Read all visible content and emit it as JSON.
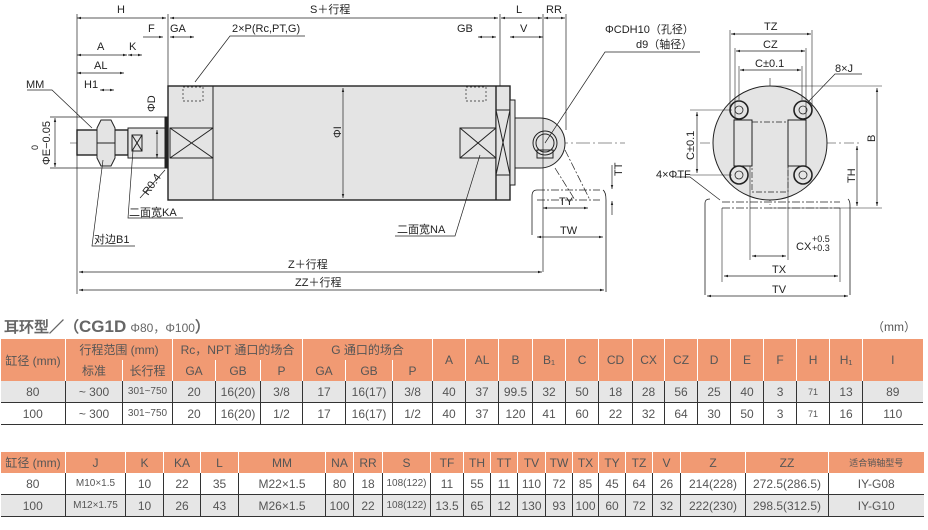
{
  "drawing": {
    "side_labels": {
      "H": "H",
      "S": "S＋行程",
      "L": "L",
      "RR": "RR",
      "F": "F",
      "GA": "GA",
      "P": "2×P(Rc,PT,G)",
      "GB": "GB",
      "V": "V",
      "A": "A",
      "K": "K",
      "AL": "AL",
      "H1": "H1",
      "MM": "MM",
      "D": "ΦD",
      "E_tol": "0",
      "E": "ΦE−0.05",
      "I": "ΦI",
      "R": "R0.4",
      "KA": "二面宽KA",
      "B1": "对边B1",
      "NA": "二面宽NA",
      "CD": "ΦCDH10（孔径）",
      "d9": "d9（轴径）",
      "TT": "TT",
      "TY": "TY",
      "TW": "TW",
      "Z": "Z＋行程",
      "ZZ": "ZZ＋行程"
    },
    "end_labels": {
      "TZ": "TZ",
      "CZ": "CZ",
      "C_top": "C±0.1",
      "J": "8×J",
      "B": "B",
      "TH": "TH",
      "C_left": "C±0.1",
      "TF": "4×ΦTF",
      "CX": "CX",
      "CX_tol_up": "+0.5",
      "CX_tol_dn": "+0.3",
      "TX": "TX",
      "TV": "TV"
    }
  },
  "title": {
    "type": "耳环型／（",
    "model": "CG1D",
    "sizes": "Φ80，Φ100",
    "close": "）",
    "unit": "（mm）"
  },
  "table1": {
    "h1": [
      "缸径 (mm)",
      "行程范围 (mm)",
      "Rc，NPT 通口的场合",
      "G 通口的场合",
      "A",
      "AL",
      "B",
      "B₁",
      "C",
      "CD",
      "CX",
      "CZ",
      "D",
      "E",
      "F",
      "H",
      "H₁",
      "I"
    ],
    "h2": [
      "标准",
      "长行程",
      "GA",
      "GB",
      "P",
      "GA",
      "GB",
      "P"
    ],
    "rows": [
      [
        "80",
        "~ 300",
        "301~750",
        "20",
        "16(20)",
        "3/8",
        "17",
        "16(17)",
        "3/8",
        "40",
        "37",
        "99.5",
        "32",
        "50",
        "18",
        "28",
        "56",
        "25",
        "40",
        "3",
        "71",
        "13",
        "89"
      ],
      [
        "100",
        "~ 300",
        "301~750",
        "20",
        "16(20)",
        "1/2",
        "17",
        "16(17)",
        "1/2",
        "40",
        "37",
        "120",
        "41",
        "60",
        "22",
        "32",
        "64",
        "30",
        "50",
        "3",
        "71",
        "16",
        "110"
      ]
    ]
  },
  "table2": {
    "headers": [
      "缸径 (mm)",
      "J",
      "K",
      "KA",
      "L",
      "MM",
      "NA",
      "RR",
      "S",
      "TF",
      "TH",
      "TT",
      "TV",
      "TW",
      "TX",
      "TY",
      "TZ",
      "V",
      "Z",
      "ZZ",
      "适合销轴型号"
    ],
    "rows": [
      [
        "80",
        "M10×1.5",
        "10",
        "22",
        "35",
        "M22×1.5",
        "80",
        "18",
        "108(122)",
        "11",
        "55",
        "11",
        "110",
        "72",
        "85",
        "45",
        "64",
        "26",
        "214(228)",
        "272.5(286.5)",
        "IY-G08"
      ],
      [
        "100",
        "M12×1.75",
        "10",
        "26",
        "43",
        "M26×1.5",
        "100",
        "22",
        "108(122)",
        "13.5",
        "65",
        "12",
        "130",
        "93",
        "100",
        "60",
        "72",
        "32",
        "222(230)",
        "298.5(312.5)",
        "IY-G10"
      ]
    ]
  },
  "colors": {
    "header": "#f19a73",
    "row_gray": "#e6e6e6",
    "body_fill": "#e4e4e4"
  }
}
